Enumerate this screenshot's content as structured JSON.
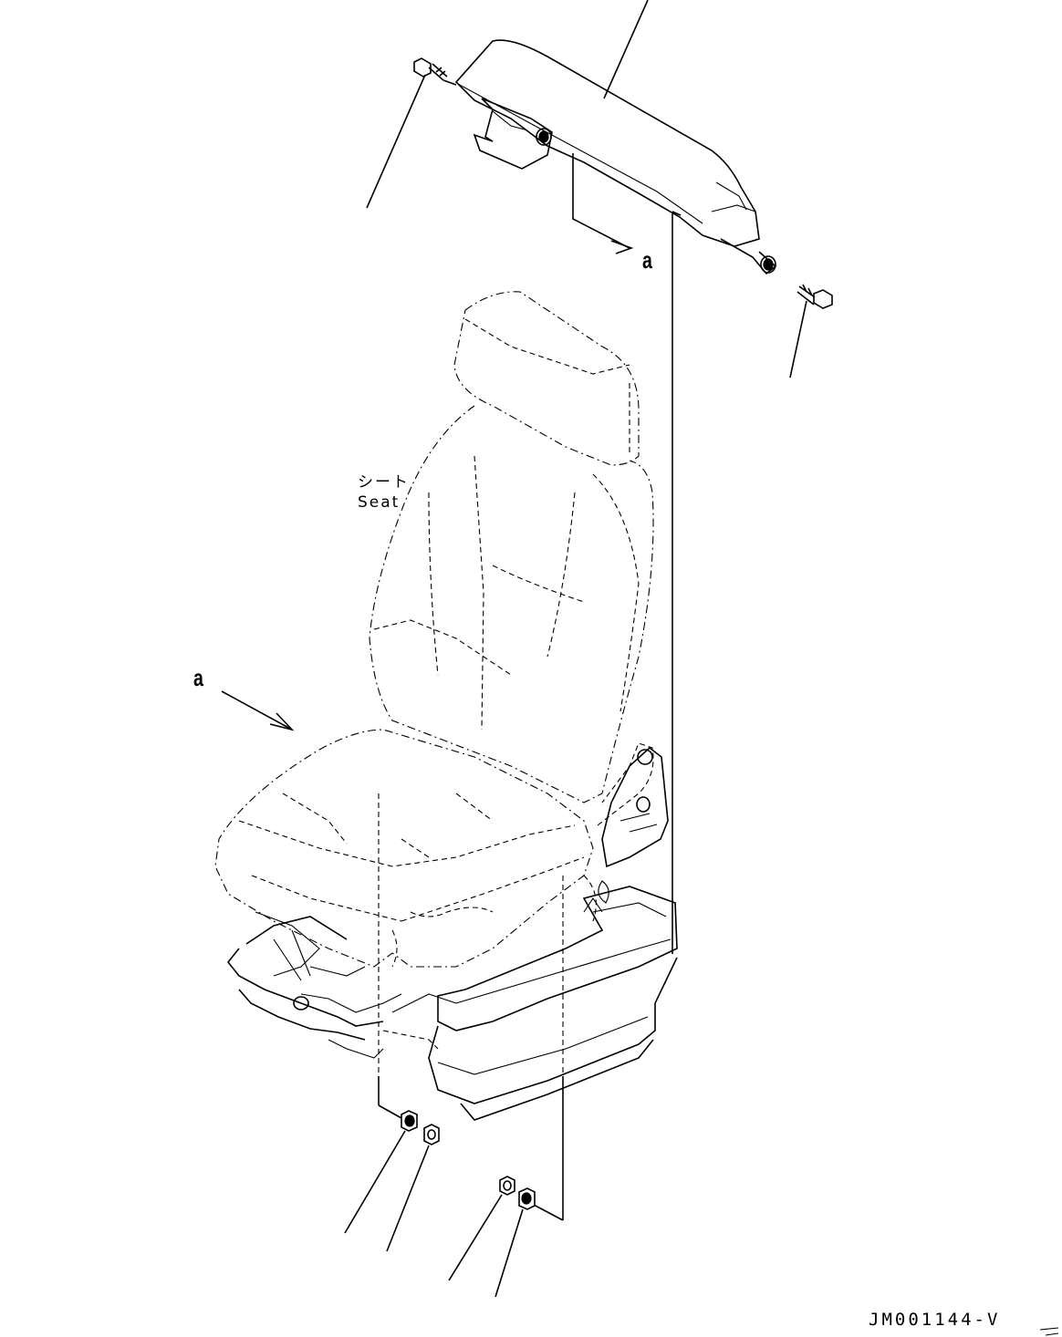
{
  "labels": {
    "view_marker_top": "a",
    "view_marker_left": "a",
    "seat_jp": "シート",
    "seat_en": "Seat",
    "drawing_code": "JM001144-V"
  }
}
